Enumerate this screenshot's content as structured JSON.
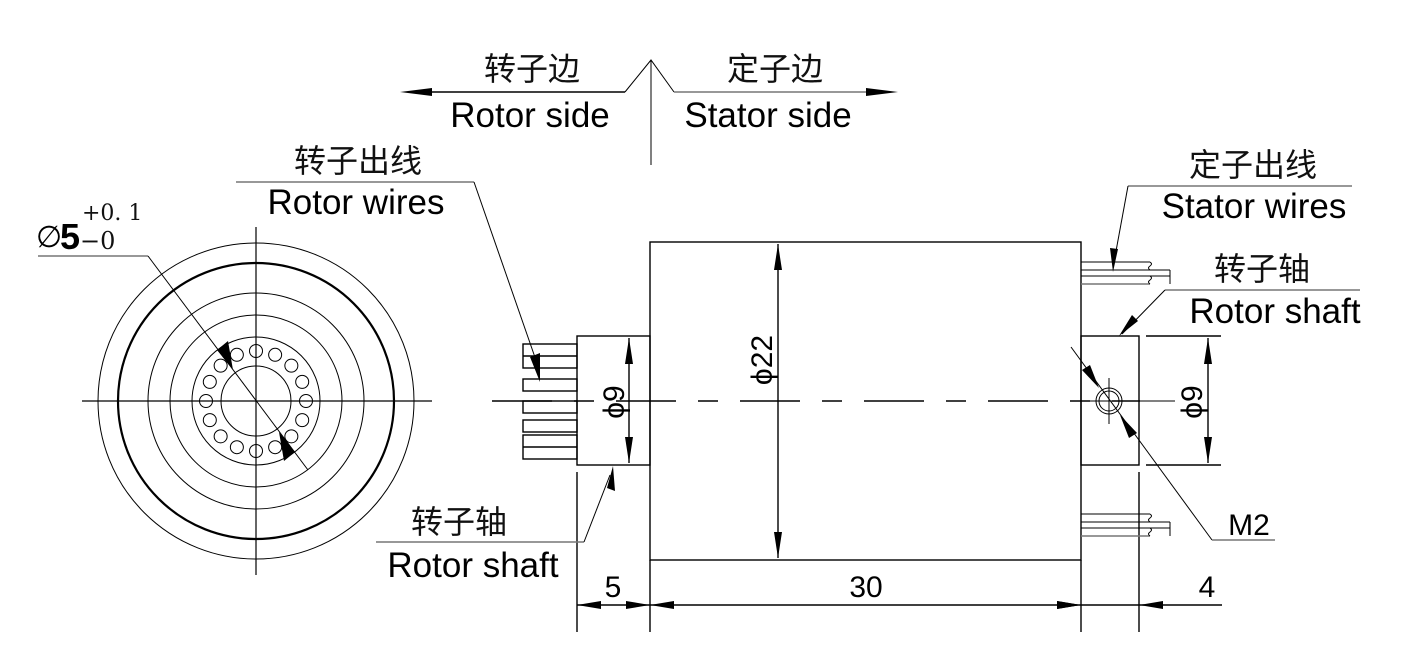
{
  "drawing": {
    "title": "Slip ring outline drawing",
    "direction_labels": {
      "rotor_side_cn": "转子边",
      "rotor_side_en": "Rotor side",
      "stator_side_cn": "定子边",
      "stator_side_en": "Stator side"
    },
    "callouts": {
      "rotor_wires_cn": "转子出线",
      "rotor_wires_en": "Rotor wires",
      "stator_wires_cn": "定子出线",
      "stator_wires_en": "Stator wires",
      "rotor_shaft_right_cn": "转子轴",
      "rotor_shaft_right_en": "Rotor shaft",
      "rotor_shaft_left_cn": "转子轴",
      "rotor_shaft_left_en": "Rotor shaft",
      "thread": "M2"
    },
    "dimensions": {
      "bore_symbol": "∅",
      "bore_value": "5",
      "bore_tol_upper": "+0. 1",
      "bore_tol_lower": "−0",
      "shaft_left_dia": "ϕ9",
      "body_dia": "ϕ22",
      "shaft_right_dia": "ϕ9",
      "shaft_left_len": "5",
      "body_len": "30",
      "shaft_right_len": "4"
    },
    "front_view": {
      "hole_count": 16
    },
    "rotor_wire_count": 8,
    "stator_wire_groups": 2
  }
}
